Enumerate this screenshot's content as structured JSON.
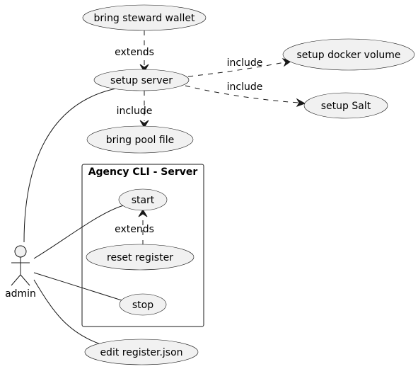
{
  "actor": {
    "name": "admin"
  },
  "use_cases": {
    "bring_steward_wallet": "bring steward wallet",
    "setup_server": "setup server",
    "setup_docker_volume": "setup docker volume",
    "setup_salt": "setup Salt",
    "bring_pool_file": "bring pool file",
    "start": "start",
    "reset_register": "reset register",
    "stop": "stop",
    "edit_register_json": "edit register.json"
  },
  "package": {
    "title": "Agency CLI - Server"
  },
  "relations": {
    "extends_wallet_server": "extends",
    "include_docker": "include",
    "include_salt": "include",
    "include_pool": "include",
    "extends_reset_start": "extends"
  },
  "colors": {
    "usecase_fill": "#f1f1f1",
    "line": "#181818",
    "background": "#ffffff"
  }
}
